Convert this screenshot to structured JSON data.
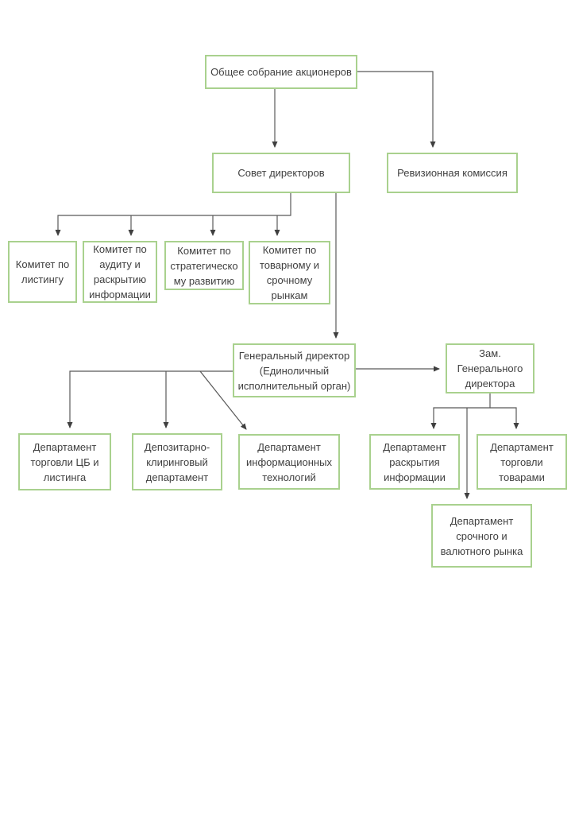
{
  "colors": {
    "page-bg": "#ffffff",
    "box-bg": "#ffffff",
    "box-border": "#a9d18e",
    "text": "#404040",
    "line": "#595959",
    "arrow": "#3f3f3f"
  },
  "diagram": {
    "type": "org-chart",
    "language": "ru",
    "nodes": [
      {
        "id": "general-meeting",
        "label": "Общее собрание акционеров"
      },
      {
        "id": "board",
        "label": "Совет директоров"
      },
      {
        "id": "revision-commission",
        "label": "Ревизионная комиссия"
      },
      {
        "id": "committee-listing",
        "label": "Комитет по\nлистингу"
      },
      {
        "id": "committee-audit",
        "label": "Комитет по\nаудиту и\nраскрытию\nинформации"
      },
      {
        "id": "committee-strategy",
        "label": "Комитет по\nстратегическо\nму развитию"
      },
      {
        "id": "committee-markets",
        "label": "Комитет по\nтоварному и\nсрочному\nрынкам"
      },
      {
        "id": "ceo",
        "label": "Генеральный директор\n(Единоличный\nисполнительный орган)"
      },
      {
        "id": "deputy",
        "label": "Зам.\nГенерального\nдиректора"
      },
      {
        "id": "dept-securities",
        "label": "Департамент\nторговли ЦБ и\nлистинга"
      },
      {
        "id": "dept-depository",
        "label": "Депозитарно-\nклиринговый\nдепартамент"
      },
      {
        "id": "dept-it",
        "label": "Департамент\nинформационных\nтехнологий"
      },
      {
        "id": "dept-disclosure",
        "label": "Департамент\nраскрытия\nинформации"
      },
      {
        "id": "dept-commodities",
        "label": "Департамент\nторговли\nтоварами"
      },
      {
        "id": "dept-fx",
        "label": "Департамент\nсрочного и\nвалютного рынка"
      }
    ],
    "edges": [
      {
        "from": "general-meeting",
        "to": "board"
      },
      {
        "from": "general-meeting",
        "to": "revision-commission"
      },
      {
        "from": "board",
        "to": "committee-listing"
      },
      {
        "from": "board",
        "to": "committee-audit"
      },
      {
        "from": "board",
        "to": "committee-strategy"
      },
      {
        "from": "board",
        "to": "committee-markets"
      },
      {
        "from": "board",
        "to": "ceo"
      },
      {
        "from": "ceo",
        "to": "dept-securities"
      },
      {
        "from": "ceo",
        "to": "dept-depository"
      },
      {
        "from": "ceo",
        "to": "dept-it"
      },
      {
        "from": "ceo",
        "to": "deputy"
      },
      {
        "from": "deputy",
        "to": "dept-disclosure"
      },
      {
        "from": "deputy",
        "to": "dept-commodities"
      },
      {
        "from": "deputy",
        "to": "dept-fx"
      }
    ]
  }
}
